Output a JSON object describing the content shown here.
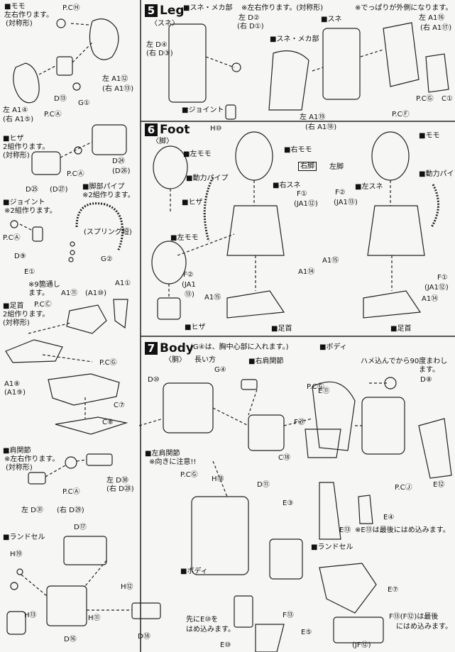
{
  "left_column": {
    "thigh": {
      "title": "■モモ",
      "note1": "左右作ります。",
      "note2": "(対称形)"
    },
    "thigh_parts": [
      "P.CⒽ",
      "左 A1⑫",
      "(右 A1⑬)",
      "D⑬",
      "G①",
      "左 A1④",
      "(右 A1⑤)",
      "P.CⒶ"
    ],
    "knee": {
      "title": "■ヒザ",
      "note1": "2組作ります。",
      "note2": "(対称形)"
    },
    "knee_parts": [
      "D㉔",
      "(D㉖)",
      "P.CⒶ",
      "D㉕",
      "(D㉗)"
    ],
    "leg_pipe": {
      "title": "■脚部パイプ",
      "note": "※2組作ります。",
      "spring": "(スプリング短)",
      "part": "G②"
    },
    "joint": {
      "title": "■ジョイント",
      "note": "※2組作ります。",
      "parts": [
        "P.CⒶ",
        "D⑨"
      ]
    },
    "e_part": {
      "label": "E①",
      "note1": "※9箇通し",
      "note2": "ます。"
    },
    "ankle": {
      "title": "■足首",
      "note1": "2組作ります。",
      "note2": "(対称形)"
    },
    "ankle_parts": [
      "A1⑪",
      "(A1⑩)",
      "A1①",
      "P.CⒸ",
      "P.CⒼ",
      "A1⑧",
      "(A1⑨)",
      "C⑦",
      "C⑧"
    ],
    "shoulder": {
      "title": "■肩関節",
      "note1": "※左右作ります。",
      "note2": "(対称形)"
    },
    "shoulder_parts": [
      "左 D㉚",
      "(右 D㉘)",
      "P.CⒶ",
      "左 D㉛",
      "(右 D㉙)"
    ],
    "randsel": {
      "title": "■ランドセル",
      "parts": [
        "D⑰",
        "H⑲",
        "H⑫",
        "H⑬",
        "D⑯",
        "H⑪",
        "D⑱"
      ]
    }
  },
  "leg": {
    "num": "5",
    "title": "Leg",
    "subtitle": "〈スネ〉",
    "labels": {
      "shin_mecha": "■スネ・メカ部",
      "note_sym": "※左右作ります。(対称形)",
      "left_d2": "左 D②",
      "right_d1": "(右 D①)",
      "left_d4": "左 D④",
      "right_d3": "(右 D③)",
      "note_out": "※でっぱりが外側になります。",
      "shin": "■スネ",
      "shin_mecha2": "■スネ・メカ部",
      "a16": "左 A1⑯",
      "a17": "(右 A1⑰)",
      "joint": "■ジョイント",
      "h10": "H⑩",
      "a19": "左 A1⑲",
      "a18": "(右 A1⑱)",
      "pcf": "P.CⒻ",
      "pcg": "P.CⒼ",
      "c1": "C①"
    }
  },
  "foot": {
    "num": "6",
    "title": "Foot",
    "subtitle": "〈脚〉",
    "labels": {
      "left_thigh": "■左モモ",
      "right_thigh": "■右モモ",
      "right_leg": "右脚",
      "left_leg": "左脚",
      "thigh": "■モモ",
      "pipe": "■動力パイプ",
      "pipe2": "■動力パイプ",
      "knee": "■ヒザ",
      "knee2": "■ヒザ",
      "right_shin": "■右スネ",
      "left_shin": "■左スネ",
      "left_thigh2": "■左モモ",
      "f1": "F①",
      "ja12": "(JA1⑫)",
      "f2": "F②",
      "ja13": "(JA1⑬)",
      "a14": "A1⑭",
      "a15": "A1⑮",
      "f2b": "F②",
      "ja1b": "(JA1",
      "n13": "⑬)",
      "a15b": "A1⑮",
      "f1b": "F①",
      "ja12b": "(JA1⑫)",
      "a14b": "A1⑭",
      "ankle1": "■足首",
      "ankle2": "■足首"
    }
  },
  "body": {
    "num": "7",
    "title": "Body",
    "subtitle": "〈胴〉",
    "labels": {
      "g4_note": "(G④は、胸中心部に入れます。)",
      "body": "■ボディ",
      "long": "長い方",
      "g4": "G④",
      "right_shoulder": "■右肩関節",
      "d10": "D⑩",
      "pcg": "P.CⒼ",
      "pcg2": "P.CⒼ",
      "e11": "E⑪",
      "fit_note1": "ハメ込んでから90度まわし",
      "fit_note2": "ます。",
      "d8": "D⑧",
      "f21": "F㉑",
      "left_shoulder": "■左肩関節",
      "left_note": "※向きに注意!!",
      "c18": "C⑱",
      "h18": "H⑱",
      "d11": "D⑪",
      "pcj": "P.CⒿ",
      "e12": "E⑫",
      "e3": "E③",
      "e4": "E④",
      "e13": "E⑬",
      "e13_note": "※E⑬は最後にはめ込みます。",
      "randsel": "■ランドセル",
      "body2": "■ボディ",
      "e7": "E⑦",
      "first1": "先にE⑩を",
      "first2": "はめ込みます。",
      "e10": "E⑩",
      "f13": "F⑬",
      "e5": "E⑤",
      "last1": "F⑬(F⑫)は最後",
      "last2": "にはめ込みます。",
      "jf12": "(JF⑫)"
    }
  }
}
